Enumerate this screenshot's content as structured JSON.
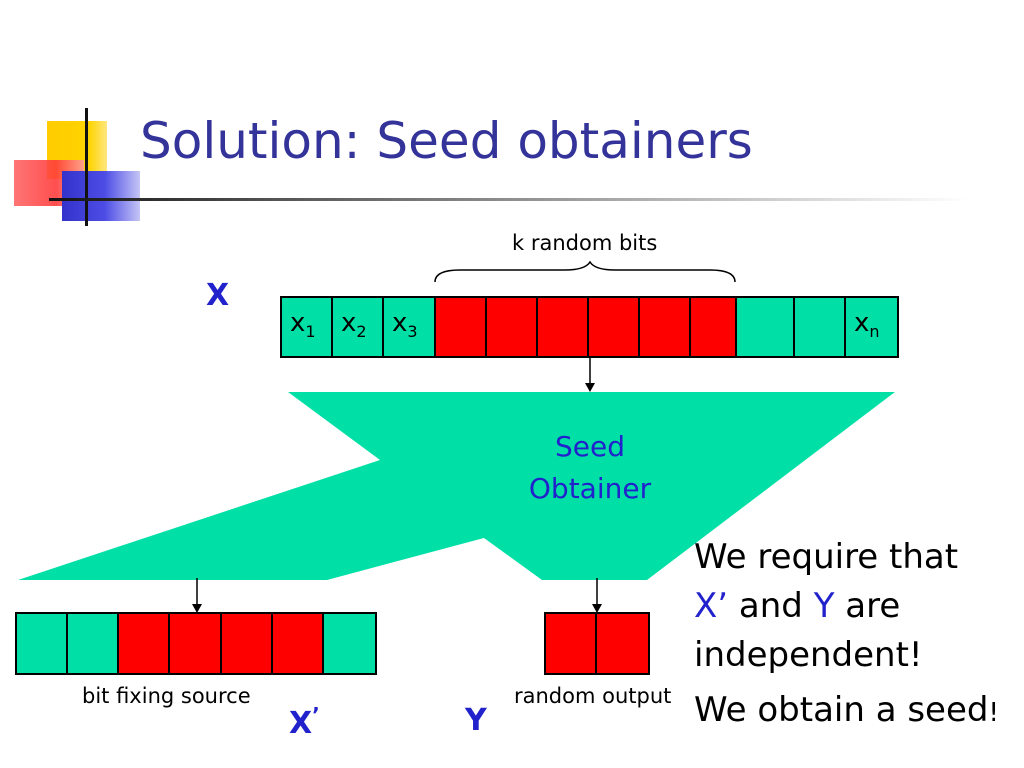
{
  "title": "Solution: Seed obtainers",
  "brace_label": "k random bits",
  "x_label": "X",
  "x_cells": [
    {
      "text": "x",
      "sub": "1",
      "color": "#00e0a6"
    },
    {
      "text": "x",
      "sub": "2",
      "color": "#00e0a6"
    },
    {
      "text": "x",
      "sub": "3",
      "color": "#00e0a6"
    },
    {
      "text": "",
      "sub": "",
      "color": "#ff0000"
    },
    {
      "text": "",
      "sub": "",
      "color": "#ff0000"
    },
    {
      "text": "",
      "sub": "",
      "color": "#ff0000"
    },
    {
      "text": "",
      "sub": "",
      "color": "#ff0000"
    },
    {
      "text": "",
      "sub": "",
      "color": "#ff0000"
    },
    {
      "text": "",
      "sub": "",
      "color": "#ff0000"
    },
    {
      "text": "",
      "sub": "",
      "color": "#00e0a6"
    },
    {
      "text": "",
      "sub": "",
      "color": "#00e0a6"
    },
    {
      "text": "x",
      "sub": "n",
      "color": "#00e0a6"
    }
  ],
  "seed_obtainer": {
    "line1": "Seed",
    "line2": "Obtainer"
  },
  "left_output_cells": [
    "#00e0a6",
    "#00e0a6",
    "#ff0000",
    "#ff0000",
    "#ff0000",
    "#ff0000",
    "#00e0a6"
  ],
  "right_output_cells": [
    "#ff0000",
    "#ff0000"
  ],
  "left_output_label": "bit fixing source",
  "right_output_label": "random output",
  "x_prime_label": "X",
  "x_prime_mark": "’",
  "y_label": "Y",
  "side_text": {
    "line1": "We require that",
    "xprime": "X’",
    "and": " and ",
    "y": "Y",
    "are": " are",
    "line3": "independent!",
    "line4": "We obtain a seed",
    "line4_end": "!"
  },
  "colors": {
    "title": "#333399",
    "green": "#00e0a6",
    "red": "#ff0000",
    "blue": "#2222cc"
  }
}
